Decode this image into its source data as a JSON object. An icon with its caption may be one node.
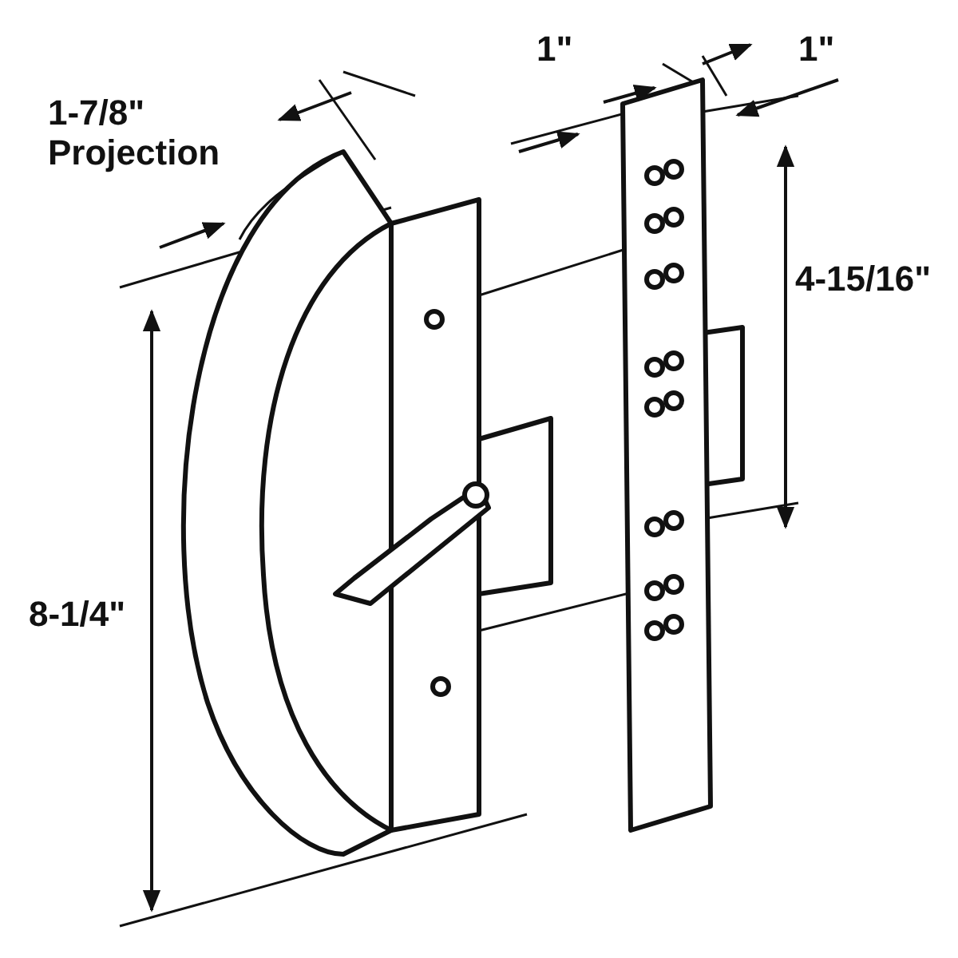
{
  "diagram": {
    "labels": [
      "1-7/8\" Projection",
      "1\"",
      "1\"",
      "4-15/16\"",
      "8-1/4\""
    ]
  }
}
